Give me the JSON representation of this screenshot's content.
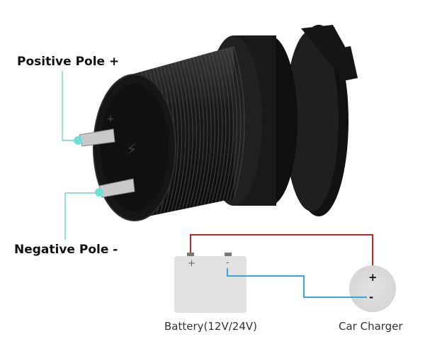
{
  "labels": {
    "positive_pole": "Positive Pole +",
    "negative_pole": "Negative Pole -"
  },
  "diagram": {
    "battery_label": "Battery(12V/24V)",
    "charger_label": "Car Charger",
    "battery_plus": "+",
    "battery_minus": "-",
    "charger_plus": "+",
    "charger_minus": "-"
  },
  "colors": {
    "positive_wire": "#c0242f",
    "negative_wire": "#3aa6d6",
    "leader_line": "#5bc8c8",
    "socket": "#1b1b1d"
  }
}
